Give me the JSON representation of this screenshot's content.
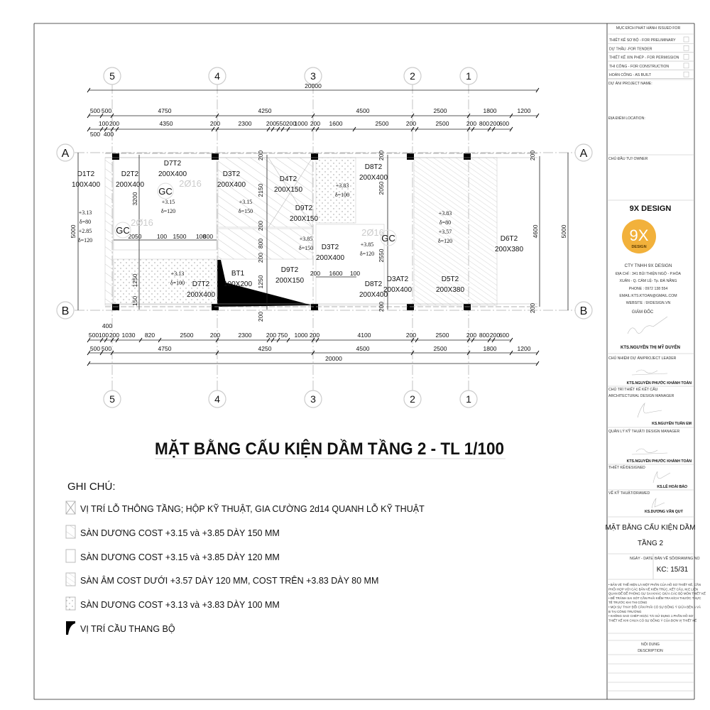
{
  "grid": {
    "columns": [
      "5",
      "4",
      "3",
      "2",
      "1"
    ],
    "rows": [
      "A",
      "B"
    ]
  },
  "dimensions": {
    "top_total": "20000",
    "top_main": [
      "500",
      "500",
      "4750",
      "4250",
      "4500",
      "2500",
      "1800",
      "1200"
    ],
    "top_detail": [
      "100",
      "200",
      "4350",
      "200",
      "2300",
      "200",
      "550",
      "200",
      "1000",
      "200",
      "1600",
      "2500",
      "200",
      "2500",
      "200",
      "800",
      "200",
      "600"
    ],
    "top_sub": [
      "500",
      "400"
    ],
    "bottom_sub": [
      "400"
    ],
    "bottom_detail": [
      "500",
      "100",
      "200",
      "1030",
      "820",
      "2500",
      "200",
      "2300",
      "200",
      "750",
      "1000",
      "200",
      "4100",
      "200",
      "2500",
      "200",
      "800",
      "200",
      "600"
    ],
    "bottom_main": [
      "500",
      "500",
      "4750",
      "4250",
      "4500",
      "2500",
      "1800",
      "1200"
    ],
    "bottom_total": "20000",
    "left": [
      "5000"
    ],
    "right": [
      "4600",
      "5000"
    ],
    "interior": [
      "2050",
      "100",
      "1500",
      "100",
      "800",
      "200",
      "1600",
      "100",
      "3200",
      "1250",
      "150",
      "200",
      "2150",
      "200",
      "800",
      "200",
      "1250",
      "200",
      "200",
      "2050",
      "2550",
      "200",
      "200",
      "200"
    ]
  },
  "beams": [
    {
      "name": "D1T2",
      "size": "100X400"
    },
    {
      "name": "D2T2",
      "size": "200X400"
    },
    {
      "name": "D7T2",
      "size": "200X400"
    },
    {
      "name": "D3T2",
      "size": "200X400"
    },
    {
      "name": "D4T2",
      "size": "200X150"
    },
    {
      "name": "D9T2",
      "size": "200X150"
    },
    {
      "name": "D8T2",
      "size": "200X400"
    },
    {
      "name": "D3T2",
      "size": "200X400"
    },
    {
      "name": "D9T2",
      "size": "200X150"
    },
    {
      "name": "D8T2",
      "size": "200X400"
    },
    {
      "name": "D3AT2",
      "size": "200X400"
    },
    {
      "name": "D7T2",
      "size": "200X400"
    },
    {
      "name": "BT1",
      "size": "100X200"
    },
    {
      "name": "D5T2",
      "size": "200X380"
    },
    {
      "name": "D6T2",
      "size": "200X380"
    }
  ],
  "slab_tags": [
    [
      "+3.13",
      "δ=80",
      "+2.85",
      "δ=120"
    ],
    [
      "+3.15",
      "δ=120"
    ],
    [
      "+3.15",
      "δ=150"
    ],
    [
      "+3.83",
      "δ=100"
    ],
    [
      "+3.85",
      "δ=150"
    ],
    [
      "+3.85",
      "δ=120"
    ],
    [
      "+3.13",
      "δ=100"
    ],
    [
      "+3.83",
      "δ=80",
      "+3.57",
      "δ=120"
    ]
  ],
  "markers": [
    "GC",
    "GC",
    "GC"
  ],
  "rebar_notes": [
    "2Ø16",
    "2Ø16",
    "2Ø16"
  ],
  "drawing_title": "MẶT BẰNG CẤU KIỆN DẦM TẦNG 2  -  TL 1/100",
  "legend": {
    "heading": "GHI CHÚ:",
    "items": [
      "VỊ TRÍ LỖ THÔNG TẦNG; HỘP KỸ THUẬT, GIA CƯỜNG 2d14 QUANH LỖ KỸ THUẬT",
      "SÀN DƯƠNG COST +3.15 và +3.85 DÀY 150 MM",
      "SÀN DƯƠNG COST +3.15 và +3.85 DÀY 120 MM",
      "SÀN ÂM COST DƯỚI +3.57 DÀY 120 MM, COST TRÊN +3.83 DÀY 80 MM",
      "SÀN DƯƠNG COST +3.13 và +3.83 DÀY 100 MM",
      "VỊ TRÍ CẦU THANG BỘ"
    ]
  },
  "title_block": {
    "issued_for": "MỤC ĐÍCH PHÁT HÀNH ISSUED FOR",
    "issue_options": [
      "THIẾT KẾ SƠ BỘ - FOR PRELIMINARY",
      "DỰ THẦU -FOR TENDER",
      "THIẾT KẾ XIN PHÉP - FOR PERMISSION",
      "THI CÔNG - FOR CONSTRUCTION",
      "HOÀN CÔNG - AS BUILT"
    ],
    "project_name": "DỰ ÁN/ PROJECT NAME:",
    "location": "ĐỊA ĐIỂM LOCATION:",
    "owner": "CHỦ ĐẦU TƯ/ OWNER",
    "firm": "9X DESIGN",
    "logo_text": "9X",
    "logo_sub": "DESIGN",
    "company": "CTY TNHH 9X DESIGN",
    "address_1": "ĐỊA CHỈ : 341 BÙI THIỆN NGỘ - P.HÒA",
    "address_2": "XUÂN - Q. CẨM LỆ- Tp. ĐÀ NẴNG",
    "phone": "PHONE : 0972 138 554",
    "email": "EMAIL:KTS.KTOAN@GMAIL.COM",
    "website": "WEBSITE : 9XDESIGN.VN",
    "director_role": "GIÁM ĐỐC",
    "director": "KTS.NGUYỄN THỊ MỸ DUYÊN",
    "leader_role": "CHỦ NHIỆM DỰ ÁN/PROJECT LEADER",
    "leader": "KTS.NGUYỄN PHƯỚC KHÁNH TOÀN",
    "structure_role_1": "CHỦ TRÌ THIẾT KẾ KẾT CẤU",
    "structure_role_2": "ARCHITECTURAL DESIGN MANAGER",
    "structure_lead": "KS.NGUYỄN TUẤN EM",
    "tech_role": "QUẢN LÝ KỸ THUẬT/ DESIGN MANAGER",
    "tech_lead": "KTS.NGUYỄN PHƯỚC KHÁNH TOÀN",
    "designed_role": "THIẾT KẾ/DESIGNED",
    "designer": "KS.LÊ HOÀI BẢO",
    "drawn_role": "VẼ KỸ THUẬT/DRAWED",
    "drafter": "KS.DƯƠNG VĂN QUÝ",
    "sheet_title_1": "MẶT BẰNG CẤU KIỆN DẦM",
    "sheet_title_2": "TẦNG 2",
    "date_label": "NGÀY - DATE",
    "drawing_no_label": "BẢN VẼ SỐ/DRAWING NO",
    "drawing_no": "KC: 15/31",
    "notes": [
      "• BẢN VẼ THỂ HIỆN LÀ MỘT PHẦN CỦA HỒ SƠ THIẾT KẾ, CẦN",
      "PHỐI HỢP VỚI CÁC BẢN VẼ KIẾN TRÚC, KẾT CẤU, M.E LIÊN",
      "QUAN ĐỂ ĐỂ PHÒNG SỰ SAI KHÁC GIỮA CÁC BỘ MÔN THIẾT KẾ",
      "• ĐỂ TRÁNH SAI SÓT CẦN PHẢI KIỂM TRA KÍCH THƯỚC THỰC",
      "TẾ TRƯỚC KHI THI CÔNG",
      "• MỌI SỰ THAY ĐỔI CẦN PHẢI CÓ SỰ ĐỒNG Ý GIỮA BÊN A VÀ",
      "B TẠI CÔNG TRƯỜNG",
      "• KHÔNG SAO CHÉP HOẶC TÁI SỬ DỤNG 1 PHẦN HỒ SƠ",
      "THIẾT KẾ KHI CHƯA CÓ SỰ ĐỒNG Ý CỦA ĐƠN VỊ THIẾT KẾ"
    ],
    "content_label": "NỘI DUNG",
    "description_label": "DESCRIPTION"
  }
}
